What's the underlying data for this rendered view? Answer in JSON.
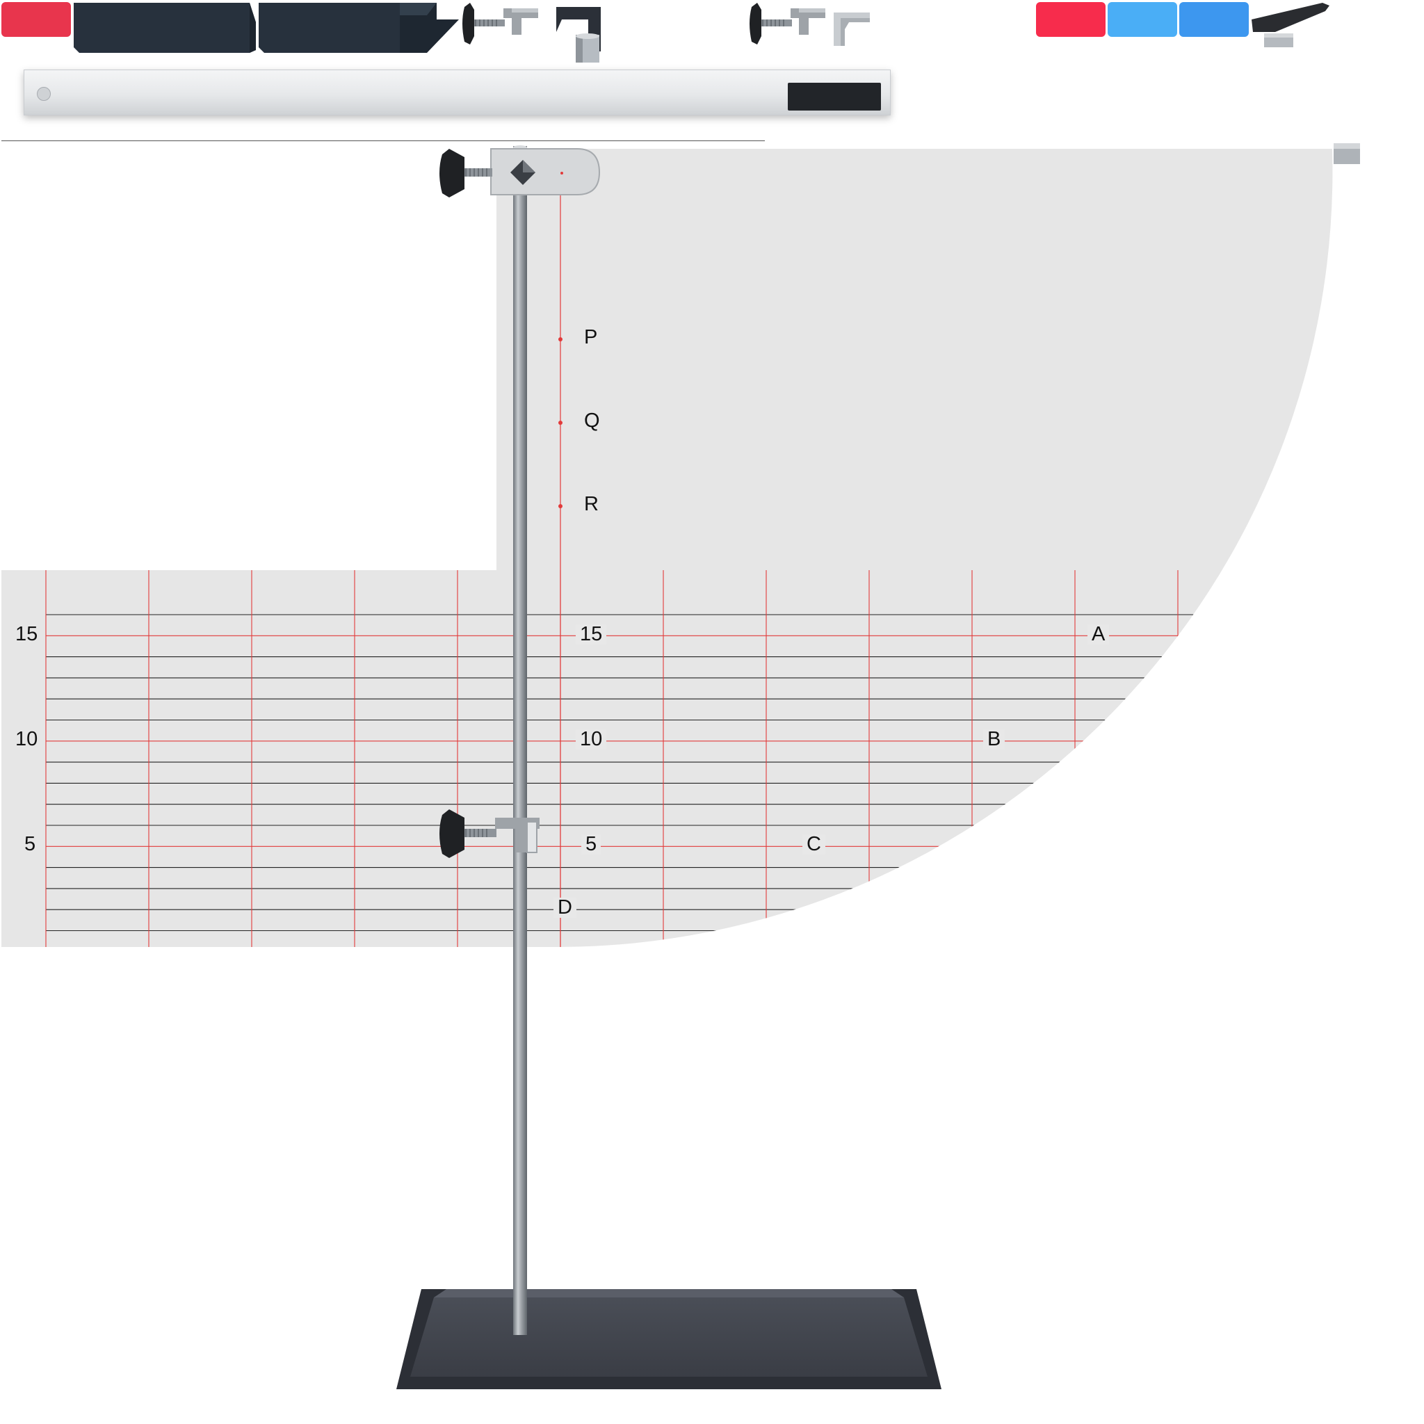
{
  "palette": {
    "red": "#e8354d",
    "red_bright": "#f72c4c",
    "blue_light": "#4aaef6",
    "blue": "#3d97ef",
    "dark_slate": "#27313d",
    "board_grey": "#e6e6e6",
    "grid_red": "#e23a3a",
    "grid_black": "#222222",
    "rod_steel": "#9aa0a6",
    "base_dark": "#3d4049"
  },
  "parts_palette": {
    "icons": [
      "red-swatch",
      "dark-slate-bar",
      "dark-slate-wedge-bar",
      "knob-clamp-icon",
      "l-bracket-icon",
      "knob-clamp-icon",
      "angle-bracket-icon",
      "red-swatch",
      "blue-light-swatch",
      "blue-swatch",
      "pointer-arm-icon"
    ]
  },
  "board": {
    "rod_labels": [
      "P",
      "Q",
      "R"
    ],
    "left_axis_ticks": [
      "15",
      "10",
      "5"
    ],
    "center_axis_ticks": [
      "15",
      "10",
      "5"
    ],
    "point_labels": [
      "A",
      "B",
      "C",
      "D"
    ]
  },
  "stand": {
    "icons": [
      "knob-clamp-icon",
      "boss-head-clamp-icon",
      "retort-rod",
      "retort-base"
    ]
  }
}
